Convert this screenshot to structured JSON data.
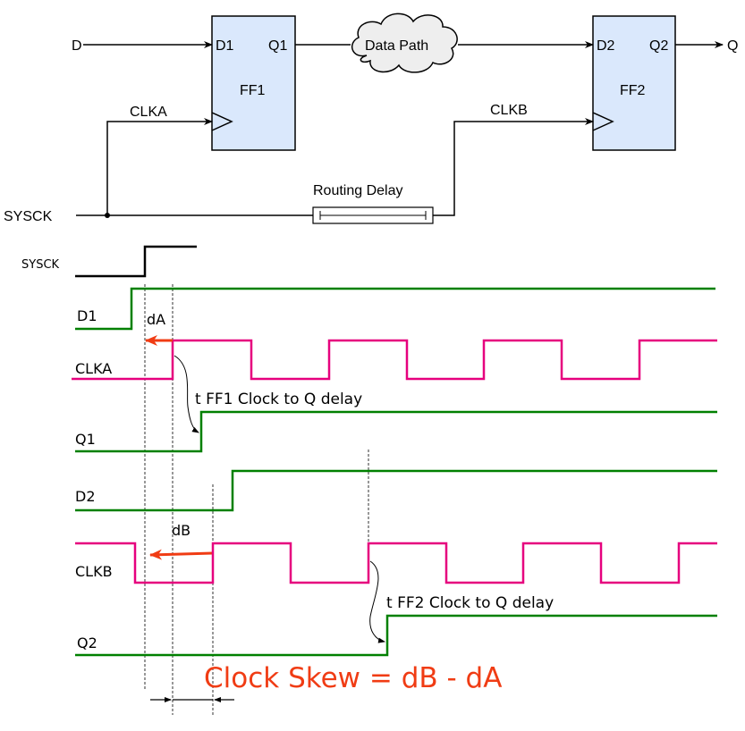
{
  "schematic": {
    "input_d": "D",
    "output_q": "Q",
    "sysck": "SYSCK",
    "clka": "CLKA",
    "clkb": "CLKB",
    "routing_delay": "Routing Delay",
    "data_path": "Data Path",
    "ff1": {
      "name": "FF1",
      "d_pin": "D1",
      "q_pin": "Q1"
    },
    "ff2": {
      "name": "FF2",
      "d_pin": "D2",
      "q_pin": "Q2"
    }
  },
  "waveforms": {
    "sysck": "SYSCK",
    "d1": "D1",
    "clka": "CLKA",
    "q1": "Q1",
    "d2": "D2",
    "clkb": "CLKB",
    "q2": "Q2"
  },
  "annotations": {
    "da": "dA",
    "db": "dB",
    "ff1_delay": "t FF1 Clock to Q delay",
    "ff2_delay": "t FF2 Clock to Q delay",
    "clock_skew": "Clock Skew = dB - dA"
  },
  "colors": {
    "flipflop_fill": "#dae8fc",
    "cloud_fill": "#eeeeee",
    "signal_green": "#008000",
    "clock_pink": "#e6007e",
    "accent_red": "#f03c14"
  }
}
